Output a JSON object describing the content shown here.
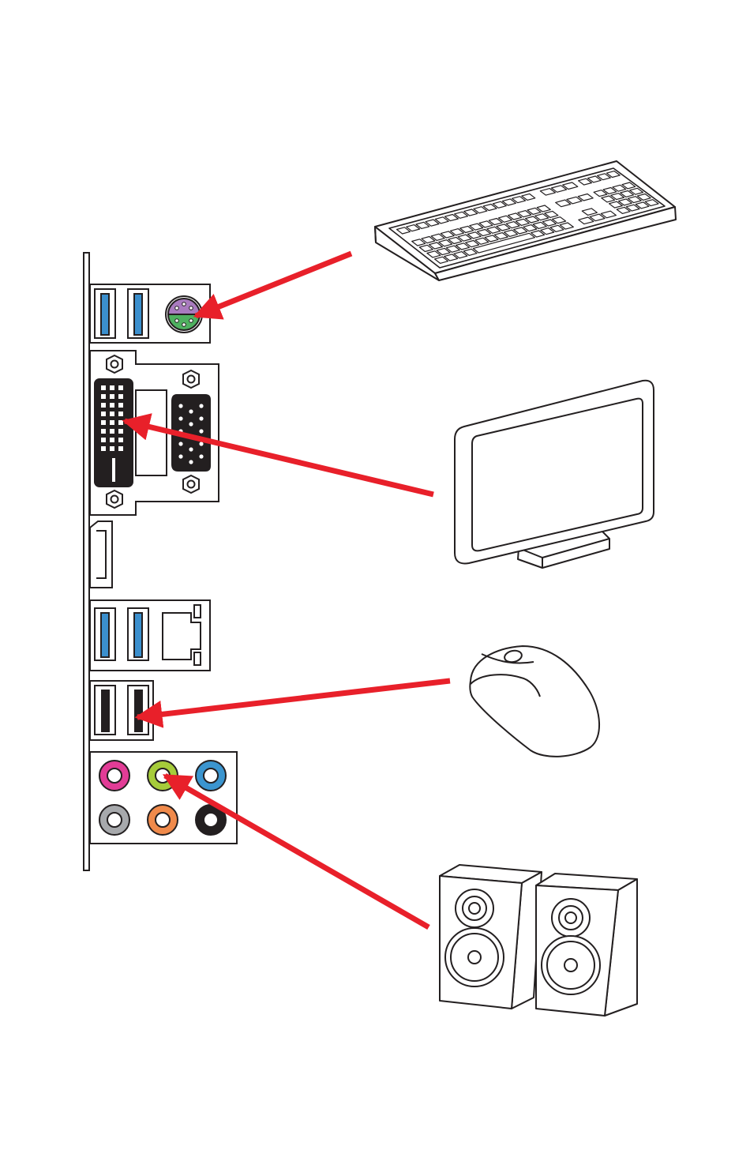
{
  "diagram": {
    "colors": {
      "line": "#231f20",
      "arrow": "#e8202a",
      "usb3_blue": "#3b8fcd",
      "usb2_black": "#231f20",
      "ps2_purple": "#a97bbf",
      "ps2_green": "#4fb160",
      "audio_pink": "#e23c96",
      "audio_lime": "#a6cc3a",
      "audio_blue": "#3b95cf",
      "audio_gray": "#a7a9ac",
      "audio_orange": "#f08a4b",
      "audio_black": "#231f20"
    },
    "io_panel": {
      "ports": [
        {
          "id": "usb3-1",
          "type": "USB 3",
          "color": "usb3_blue"
        },
        {
          "id": "usb3-2",
          "type": "USB 3",
          "color": "usb3_blue"
        },
        {
          "id": "ps2",
          "type": "PS/2 combo",
          "color": "ps2_purple"
        },
        {
          "id": "dvi",
          "type": "DVI-D",
          "color": "usb2_black"
        },
        {
          "id": "vga",
          "type": "VGA",
          "color": "usb2_black"
        },
        {
          "id": "hdmi",
          "type": "HDMI",
          "color": "line"
        },
        {
          "id": "usb3-3",
          "type": "USB 3",
          "color": "usb3_blue"
        },
        {
          "id": "usb3-4",
          "type": "USB 3",
          "color": "usb3_blue"
        },
        {
          "id": "lan",
          "type": "LAN",
          "color": "line"
        },
        {
          "id": "usb2-1",
          "type": "USB 2",
          "color": "usb2_black"
        },
        {
          "id": "usb2-2",
          "type": "USB 2",
          "color": "usb2_black"
        },
        {
          "id": "audio-pink",
          "type": "Audio jack",
          "color": "audio_pink"
        },
        {
          "id": "audio-lime",
          "type": "Audio jack",
          "color": "audio_lime"
        },
        {
          "id": "audio-blue",
          "type": "Audio jack",
          "color": "audio_blue"
        },
        {
          "id": "audio-gray",
          "type": "Audio jack",
          "color": "audio_gray"
        },
        {
          "id": "audio-orange",
          "type": "Audio jack",
          "color": "audio_orange"
        },
        {
          "id": "audio-black",
          "type": "Audio jack",
          "color": "audio_black"
        }
      ]
    },
    "devices": [
      {
        "id": "keyboard",
        "icon": "keyboard-icon",
        "connects_to": "ps2"
      },
      {
        "id": "monitor",
        "icon": "monitor-icon",
        "connects_to": "dvi"
      },
      {
        "id": "mouse",
        "icon": "mouse-icon",
        "connects_to": "usb2-2"
      },
      {
        "id": "speakers",
        "icon": "speakers-icon",
        "connects_to": "audio-lime"
      }
    ]
  }
}
